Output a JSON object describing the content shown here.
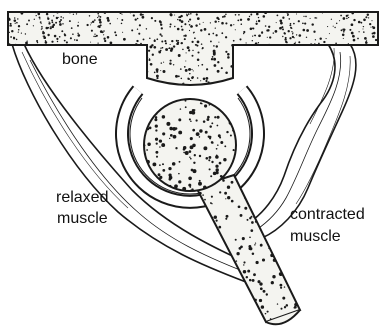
{
  "labels": {
    "bone": "bone",
    "relaxed_line1": "relaxed",
    "relaxed_line2": "muscle",
    "contracted_line1": "contracted",
    "contracted_line2": "muscle"
  },
  "colors": {
    "ink": "#1a1a1a",
    "bone_fill": "#f4f4f0",
    "background": "#ffffff"
  }
}
